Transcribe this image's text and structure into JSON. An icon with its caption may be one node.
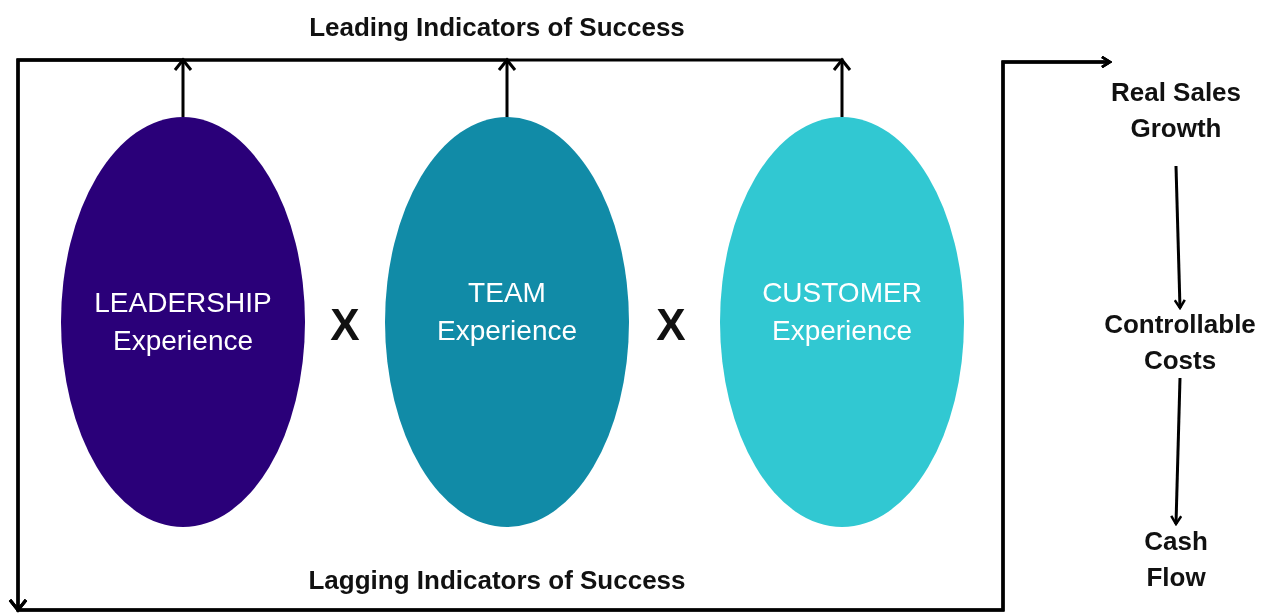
{
  "diagram": {
    "nodes": [
      {
        "text": [
          "LEADERSHIP Experience"
        ]
      },
      {
        "text": [
          "TEAM Experience"
        ]
      },
      {
        "text": [
          "CUSTOMER Experience"
        ]
      },
      {
        "text": [
          "Real Sales Growth"
        ]
      },
      {
        "text": [
          "Controllable Costs"
        ]
      },
      {
        "text": [
          "Cash Flow"
        ]
      }
    ],
    "edges": [
      {
        "from": 0,
        "to": 3,
        "arrow": "to"
      },
      {
        "from": 1,
        "to": 3,
        "arrow": "to"
      },
      {
        "from": 2,
        "to": 3,
        "arrow": "to"
      },
      {
        "from": 3,
        "to": 4,
        "arrow": "to"
      },
      {
        "from": 4,
        "to": 5,
        "arrow": "to"
      }
    ],
    "labels": [
      "Leading Indicators of Success",
      "X",
      "X",
      "Lagging Indicators of Success"
    ]
  }
}
